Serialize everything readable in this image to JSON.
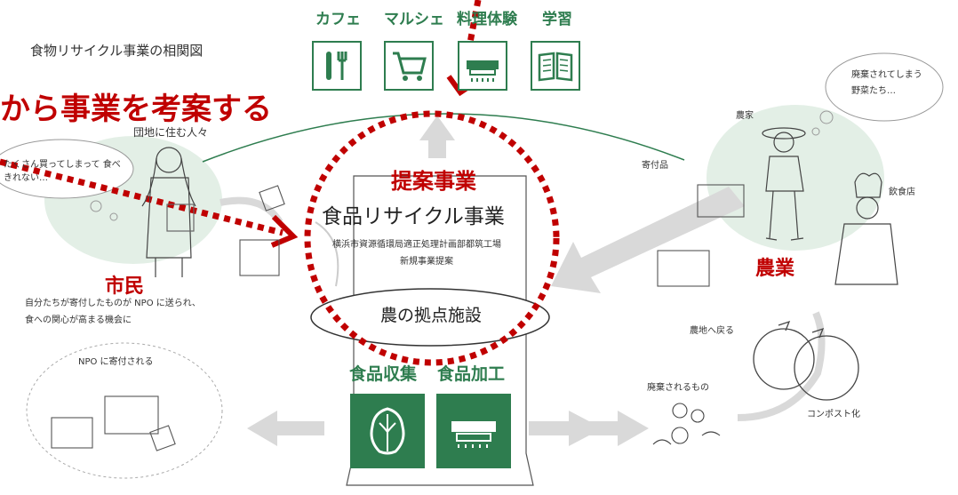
{
  "title": "食物リサイクル事業の相関図",
  "headline": "から事業を考案する",
  "categories": [
    {
      "label": "カフェ",
      "icon": "fork-knife-icon"
    },
    {
      "label": "マルシェ",
      "icon": "shopping-cart-icon"
    },
    {
      "label": "料理体験",
      "icon": "stove-icon"
    },
    {
      "label": "学習",
      "icon": "book-icon"
    }
  ],
  "center": {
    "proposal_label": "提案事業",
    "main_title": "食品リサイクル事業",
    "sub_line1": "横浜市資源循環局適正処理計画部都筑工場",
    "sub_line2": "新規事業提案",
    "hub_label": "農の拠点施設"
  },
  "bottom_functions": [
    {
      "label": "食品収集",
      "icon": "lettuce-icon"
    },
    {
      "label": "食品加工",
      "icon": "stove-icon"
    }
  ],
  "citizen": {
    "group_label": "市民",
    "resident_caption": "団地に住む人々",
    "thought_bubble": "たくさん買ってしまって 食べきれない…",
    "description_line1": "自分たちが寄付したものが NPO に送られ、",
    "description_line2": "食への関心が高まる機会に",
    "npo_label": "NPO に寄付される"
  },
  "agriculture": {
    "group_label": "農業",
    "farmer_label": "農家",
    "restaurant_label": "飲食店",
    "donation_label": "寄付品",
    "thought_bubble_line1": "廃棄されてしまう",
    "thought_bubble_line2": "野菜たち…",
    "return_label": "農地へ戻る",
    "waste_label": "廃棄されるもの",
    "compost_label": "コンポスト化"
  },
  "colors": {
    "accent_green": "#2e7d4f",
    "accent_red": "#c00000",
    "soft_green": "#e3efe6",
    "arrow_gray": "#d9d9d9"
  }
}
